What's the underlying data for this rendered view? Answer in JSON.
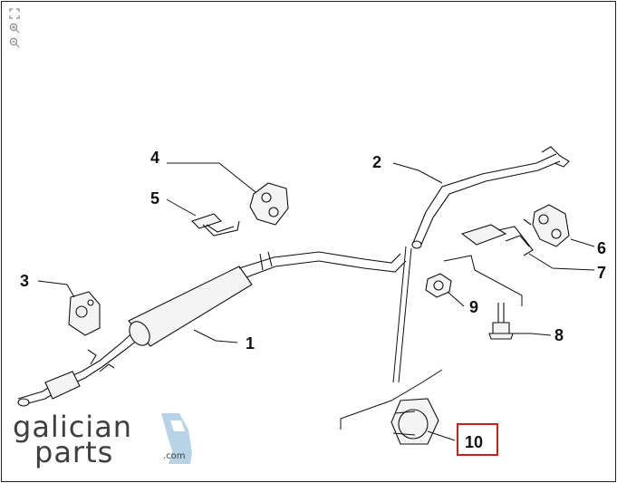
{
  "toolbar": {
    "tools": [
      {
        "name": "fit-to-window",
        "icon": "fit-window-icon",
        "glyph": "⛶"
      },
      {
        "name": "zoom-in",
        "icon": "zoom-in-icon",
        "glyph": "⊕"
      },
      {
        "name": "zoom-out",
        "icon": "zoom-out-icon",
        "glyph": "⊖"
      }
    ]
  },
  "diagram": {
    "callouts": [
      "1",
      "2",
      "3",
      "4",
      "5",
      "6",
      "7",
      "8",
      "9",
      "10"
    ],
    "highlighted": "10",
    "highlight_color": "#c81e1e"
  },
  "logo": {
    "line1": "galician",
    "line2": "parts",
    "suffix": ".com",
    "accent_color": "#b9d3e6"
  }
}
